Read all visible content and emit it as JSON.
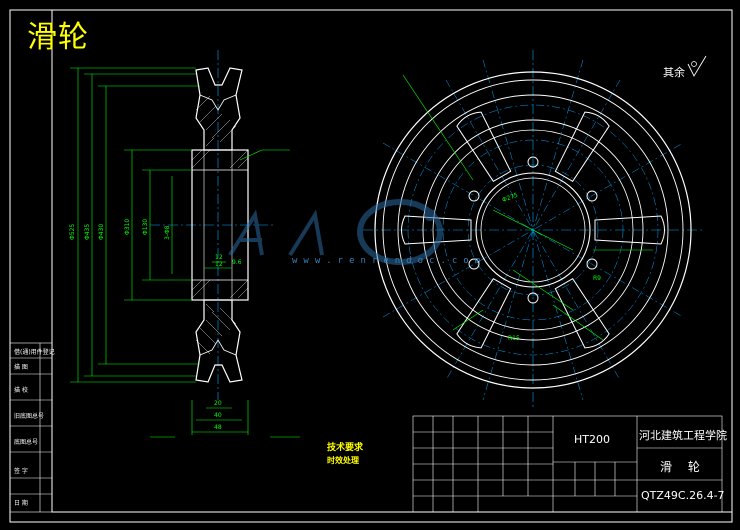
{
  "title": "滑轮",
  "roughness_note": "其余",
  "technical_requirements": {
    "heading": "技术要求",
    "line1": "时效处理"
  },
  "title_block": {
    "material": "HT200",
    "school": "河北建筑工程学院",
    "part_name": "滑 轮",
    "drawing_code": "QTZ49C.26.4-7"
  },
  "left_strip": [
    "借(通)用件登记",
    "旧底图总号",
    "底图总号",
    "签 字",
    "日 期",
    "描 图",
    "描 校"
  ],
  "watermark": "www.renrendoc.com",
  "colors": {
    "background": "#000000",
    "outline": "#ffffff",
    "dimension": "#00ff00",
    "centerline": "#00a8ff",
    "title": "#ffff00",
    "hatch": "#ffffff"
  },
  "dimensions": {
    "section_left": [
      "Φ525",
      "Φ435",
      "Φ430",
      "Φ310",
      "Φ130",
      "3-Φ8"
    ],
    "section_bottom": [
      "48",
      "40",
      "20",
      "12",
      "12",
      "9.6"
    ],
    "front_view": [
      "Φ275",
      "R9",
      "R15"
    ]
  }
}
